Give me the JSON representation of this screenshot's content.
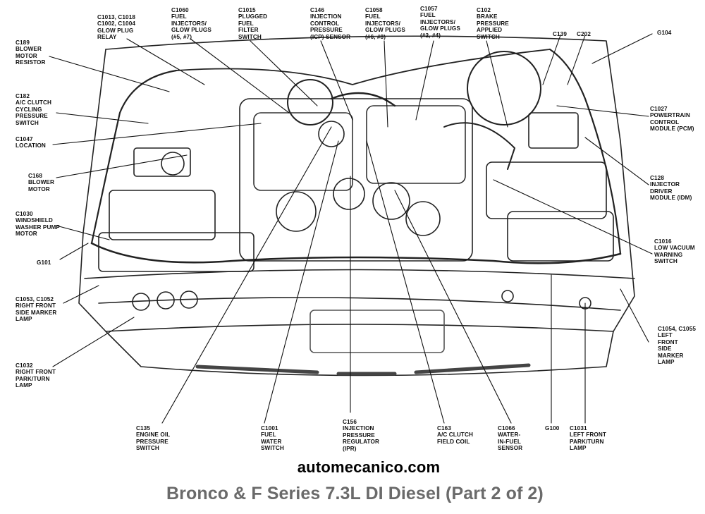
{
  "site": "automecanico.com",
  "caption": "Bronco & F Series 7.3L DI Diesel (Part 2 of 2)",
  "labels": {
    "c189": [
      "C189",
      "BLOWER",
      "MOTOR",
      "RESISTOR"
    ],
    "c1013": [
      "C1013, C1018",
      "C1002, C1004",
      "GLOW PLUG",
      "RELAY"
    ],
    "c1060": [
      "C1060",
      "FUEL",
      "INJECTORS/",
      "GLOW PLUGS",
      "(#5, #7)"
    ],
    "c1015": [
      "C1015",
      "PLUGGED",
      "FUEL",
      "FILTER",
      "SWITCH"
    ],
    "c146": [
      "C146",
      "INJECTION",
      "CONTROL",
      "PRESSURE",
      "(ICP) SENSOR"
    ],
    "c1058": [
      "C1058",
      "FUEL",
      "INJECTORS/",
      "GLOW PLUGS",
      "(#6, #8)"
    ],
    "c1057": [
      "C1057",
      "FUEL",
      "INJECTORS/",
      "GLOW PLUGS",
      "(#2, #4)"
    ],
    "c102": [
      "C102",
      "BRAKE",
      "PRESSURE",
      "APPLIED",
      "SWITCH"
    ],
    "c139": [
      "C139"
    ],
    "c202": [
      "C202"
    ],
    "g104": [
      "G104"
    ],
    "c182": [
      "C182",
      "A/C CLUTCH",
      "CYCLING",
      "PRESSURE",
      "SWITCH"
    ],
    "c1047": [
      "C1047",
      "LOCATION"
    ],
    "c1027": [
      "C1027",
      "POWERTRAIN",
      "CONTROL",
      "MODULE (PCM)"
    ],
    "c168": [
      "C168",
      "BLOWER",
      "MOTOR"
    ],
    "c128": [
      "C128",
      "INJECTOR",
      "DRIVER",
      "MODULE (IDM)"
    ],
    "c1030": [
      "C1030",
      "WINDSHIELD",
      "WASHER PUMP",
      "MOTOR"
    ],
    "c1016": [
      "C1016",
      "LOW VACUUM",
      "WARNING",
      "SWITCH"
    ],
    "g101": [
      "G101"
    ],
    "c1053": [
      "C1053, C1052",
      "RIGHT FRONT",
      "SIDE MARKER",
      "LAMP"
    ],
    "c1054": [
      "C1054, C1055",
      "LEFT",
      "FRONT",
      "SIDE",
      "MARKER",
      "LAMP"
    ],
    "c1032": [
      "C1032",
      "RIGHT FRONT",
      "PARK/TURN",
      "LAMP"
    ],
    "c135": [
      "C135",
      "ENGINE OIL",
      "PRESSURE",
      "SWITCH"
    ],
    "c1001": [
      "C1001",
      "FUEL",
      "WATER",
      "SWITCH"
    ],
    "c156": [
      "C156",
      "INJECTION",
      "PRESSURE",
      "REGULATOR",
      "(IPR)"
    ],
    "c163": [
      "C163",
      "A/C CLUTCH",
      "FIELD COIL"
    ],
    "c1066": [
      "C1066",
      "WATER-",
      "IN-FUEL",
      "SENSOR"
    ],
    "g100": [
      "G100"
    ],
    "c1031": [
      "C1031",
      "LEFT FRONT",
      "PARK/TURN",
      "LAMP"
    ]
  }
}
